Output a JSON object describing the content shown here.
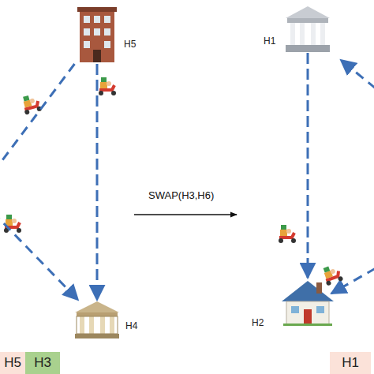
{
  "diagram": {
    "nodes": [
      {
        "text": [
          "H5"
        ]
      },
      {
        "text": [
          "H4"
        ]
      },
      {
        "text": [
          "H1"
        ]
      },
      {
        "text": [
          "H2"
        ]
      },
      {
        "text": [
          "H5"
        ]
      },
      {
        "text": [
          "H3"
        ]
      },
      {
        "text": [
          "H1"
        ]
      }
    ],
    "edges": [
      {
        "from": 0,
        "to": 1,
        "arrow": "to"
      },
      {
        "from": 0,
        "to": 1,
        "arrow": "to"
      },
      {
        "from": 2,
        "to": 3,
        "arrow": "to"
      }
    ],
    "labels": [
      "SWAP(H3,H6)"
    ]
  }
}
